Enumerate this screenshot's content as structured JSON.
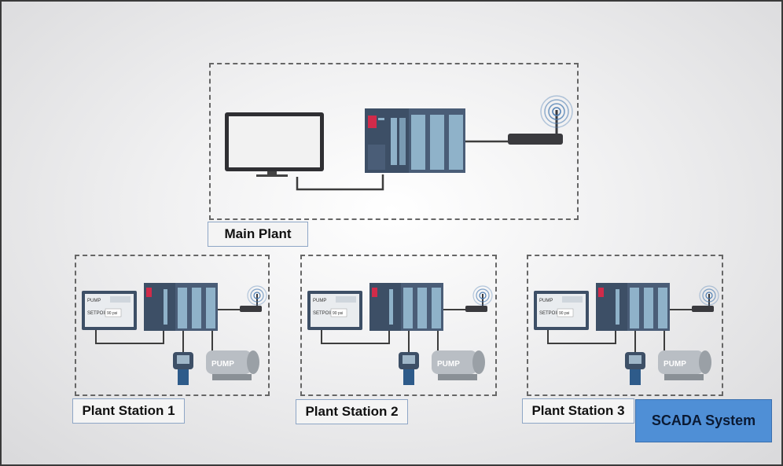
{
  "labels": {
    "main_plant": "Main Plant",
    "station_1": "Plant Station 1",
    "station_2": "Plant Station 2",
    "station_3": "Plant Station 3",
    "scada": "SCADA System"
  },
  "hmi": {
    "pump": "PUMP",
    "setpoint": "SETPOINT",
    "value": "90 psi"
  },
  "pump_badge": "PUMP",
  "colors": {
    "accent": "#4f8fd6",
    "plc_dark": "#3d4f66",
    "plc_module": "#8fb2c9",
    "indicator": "#d12b4a"
  }
}
